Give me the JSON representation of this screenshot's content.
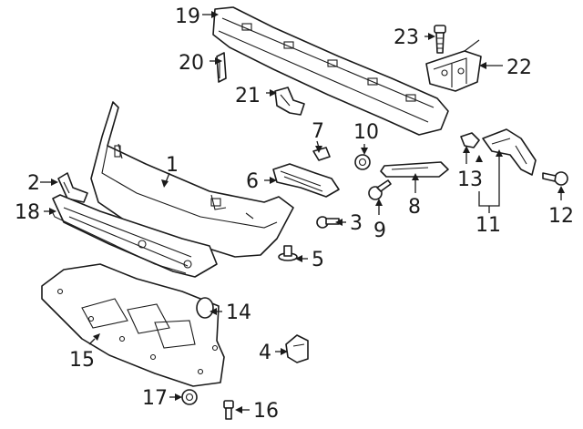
{
  "callouts": {
    "c1": "1",
    "c2": "2",
    "c3": "3",
    "c4": "4",
    "c5": "5",
    "c6": "6",
    "c7": "7",
    "c8": "8",
    "c9": "9",
    "c10": "10",
    "c11": "11",
    "c12": "12",
    "c13": "13",
    "c14": "14",
    "c15": "15",
    "c16": "16",
    "c17": "17",
    "c18": "18",
    "c19": "19",
    "c20": "20",
    "c21": "21",
    "c22": "22",
    "c23": "23"
  },
  "colors": {
    "line": "#1a1a1a",
    "background": "#ffffff"
  }
}
